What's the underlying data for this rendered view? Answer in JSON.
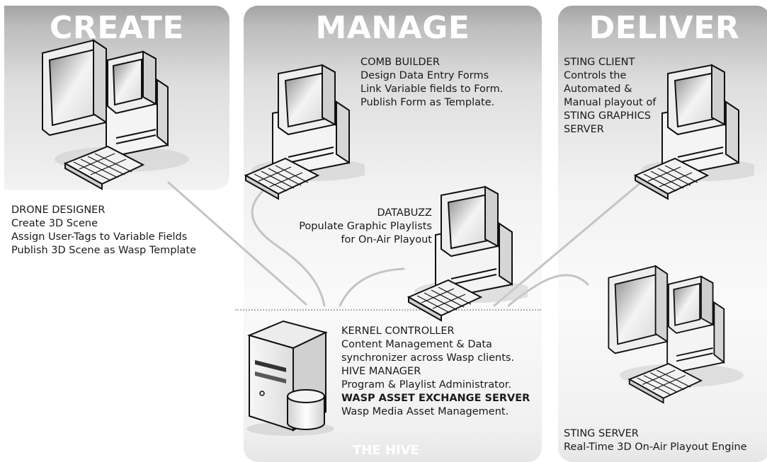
{
  "panels": {
    "create": "CREATE",
    "manage": "MANAGE",
    "deliver": "DELIVER",
    "hive": "THE HIVE"
  },
  "drone_designer": {
    "title": "DRONE DESIGNER",
    "lines": [
      "Create 3D Scene",
      "Assign User-Tags to Variable Fields",
      "Publish 3D Scene as Wasp Template"
    ]
  },
  "comb_builder": {
    "title": "COMB BUILDER",
    "lines": [
      "Design Data Entry Forms",
      "Link Variable fields to Form.",
      "Publish Form as Template."
    ]
  },
  "sting_client": {
    "title": "STING CLIENT",
    "lines": [
      "Controls the",
      "Automated &",
      "Manual playout of",
      "STING GRAPHICS",
      "SERVER"
    ]
  },
  "databuzz": {
    "title": "DATABUZZ",
    "lines": [
      "Populate Graphic Playlists",
      "for On-Air Playout"
    ]
  },
  "hive_server": {
    "kernel_title": "KERNEL CONTROLLER",
    "kernel_lines": [
      "Content Management & Data",
      "synchronizer across Wasp clients."
    ],
    "hive_manager_title": "HIVE MANAGER",
    "hive_manager_line": "Program & Playlist Administrator.",
    "exchange_title": "WASP ASSET EXCHANGE SERVER",
    "exchange_line": "Wasp Media Asset Management."
  },
  "sting_server": {
    "title": "STING SERVER",
    "line": "Real-Time 3D On-Air Playout Engine"
  },
  "icons": [
    "desktop-computer-icon",
    "server-tower-icon",
    "database-cylinder-icon"
  ]
}
